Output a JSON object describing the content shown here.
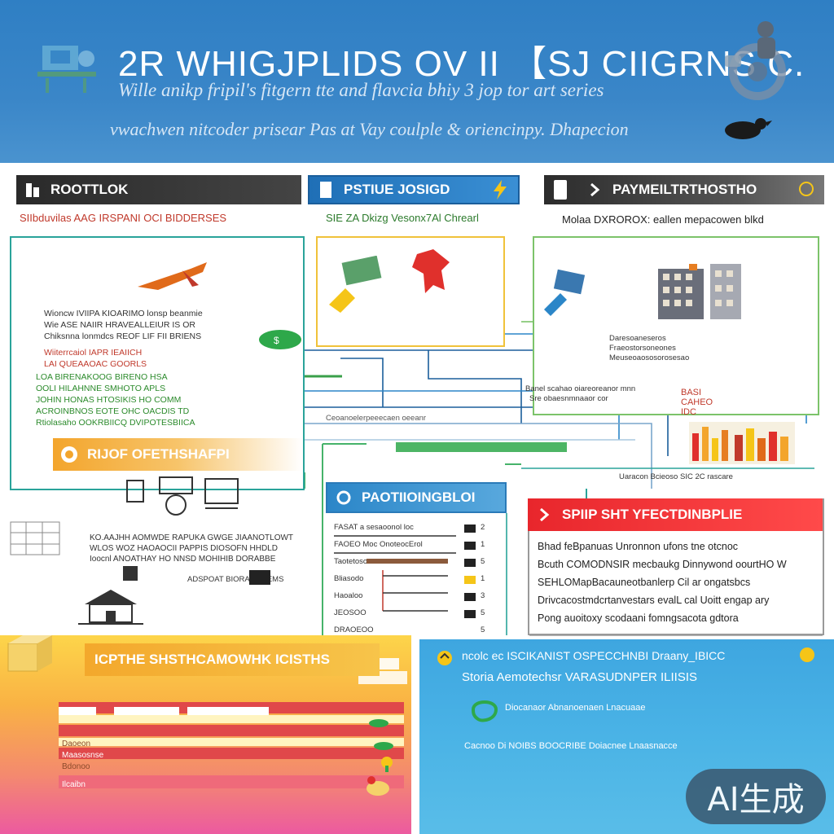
{
  "banner": {
    "title": "2R WHIGJPLIDS OV II 【SJ CIIGRNS C.",
    "subtitle1": "Wille anikp fripil's fitgern tte and flavcia bhiy 3 jop tor art series",
    "subtitle2": "vwachwen nitcoder prisear Pas at Vay coulple & oriencinpy. Dhapecion"
  },
  "sections": {
    "a": {
      "title": "ROOTTLOK",
      "caption": "SIIbduvilas AAG IRSPANI OCI BIDDERSES"
    },
    "b": {
      "title": "PSTIUE JOSIGD",
      "caption": "SIE ZA Dkizg Vesonx7Al Chrearl"
    },
    "c": {
      "title": "PAYMEILTRTHOSTHO",
      "caption": "Molaa DXROROX: eallen mepacowen blkd"
    },
    "d": {
      "title": "RIJOF OFETHSHAFPI"
    },
    "e": {
      "title": "PAOTIIOINGBLOI"
    },
    "f": {
      "title": "SPIIP SHT YFECTDINBPLIE"
    },
    "g": {
      "title": "ICPTHE SHSTHCAMOWHK ICISTHS"
    }
  },
  "panel_a_lines": [
    "Wioncw IVIIPA KIOARIMO lonsp beanmie",
    "Wie ASE NAIIR HRAVEALLEIUR IS OR",
    "Chiksnna lonmdcs REOF LIF FII BRIENS",
    "Wiiterrcaiol IAPR IEAIICH",
    "LAI QUEAAOAC GOORLS",
    "LOA BIRENAKOOG BIRENO HSA",
    "OOLI HILAHNNE SMHOTO APLS",
    "JOHIN HONAS HTOSIKIS HO COMM",
    "ACROINBNOS EOTE OHC OACDIS TD",
    "Rtiolasaho OOKRBIICQ DVIPOTESBIICA"
  ],
  "panel_c_lines": [
    "Daresoaneseros",
    "Fraeostorsoneones",
    "Meuseoaososorosesao"
  ],
  "mid_lines": {
    "m1": "Banel scahao oiareoreanor mnn",
    "m2": "Sre obaesnmnaaor cor",
    "m3": "Ceoanoelerpeeecaen oeeanr",
    "m4": "Uaracon Bcieoso SIC 2C rascare",
    "m5": "BASI CAHEO IDC"
  },
  "panel_d_lines": [
    "KO.AAJHH AOMWDE RAPUKA GWGE JIAANOTLOWT",
    "WLOS WOZ HAOAOCII PAPPIS DIOSOFN HHDLD",
    "Ioocnl ANOATHAY HO NNSD MOHIHIB DORABBE",
    "ADSPOAT BIORAMLMEMS"
  ],
  "panel_e_rows": [
    {
      "label": "FASAT a sesaoonol loc",
      "mark": "2"
    },
    {
      "label": "FAOEO Moc OnoteocErol",
      "mark": "1"
    },
    {
      "label": "Taotetoso",
      "mark": "5"
    },
    {
      "label": "Bliasodo",
      "mark": "1"
    },
    {
      "label": "Haoaloo",
      "mark": "3"
    },
    {
      "label": "JEOSOO",
      "mark": "5"
    },
    {
      "label": "DRAOEOO",
      "mark": "5"
    }
  ],
  "panel_f_lines": [
    "Bhad feBpanuas Unronnon ufons tne otcnoc",
    "Bcuth COMODNSIR mecbaukg Dinnywond oourtHO W",
    "SEHLOMapBacauneotbanlerp Cil ar ongatsbcs",
    "Drivcacostmdcrtanvestars evalL cal Uoitt engap ary",
    "Pong auoitoxy scodaani fomngsacota gdtora"
  ],
  "panel_g_rows": [
    {
      "label": "Daoeon"
    },
    {
      "label": "Maasosnse"
    },
    {
      "label": "Bdonoo"
    },
    {
      "label": "Ilcaibn"
    }
  ],
  "panel_h": {
    "line1": "ncolc ec ISCIKANIST OSPECCHNBI Draany_IBICC",
    "line2": "Storia Aemotechsr VARASUDNPER ILIISIS",
    "row1": "Diocanaor Abnanoenaen Lnacuaae",
    "row2": "Cacnoo Di NOIBS BOOCRIBE Doiacnee Lnaasnacce"
  },
  "badge": "AI生成",
  "colors": {
    "banner": "#2f7fc4",
    "red": "#e8262c",
    "orange": "#f3a52c",
    "blue": "#2b86c8",
    "teal": "#2aa39a"
  }
}
